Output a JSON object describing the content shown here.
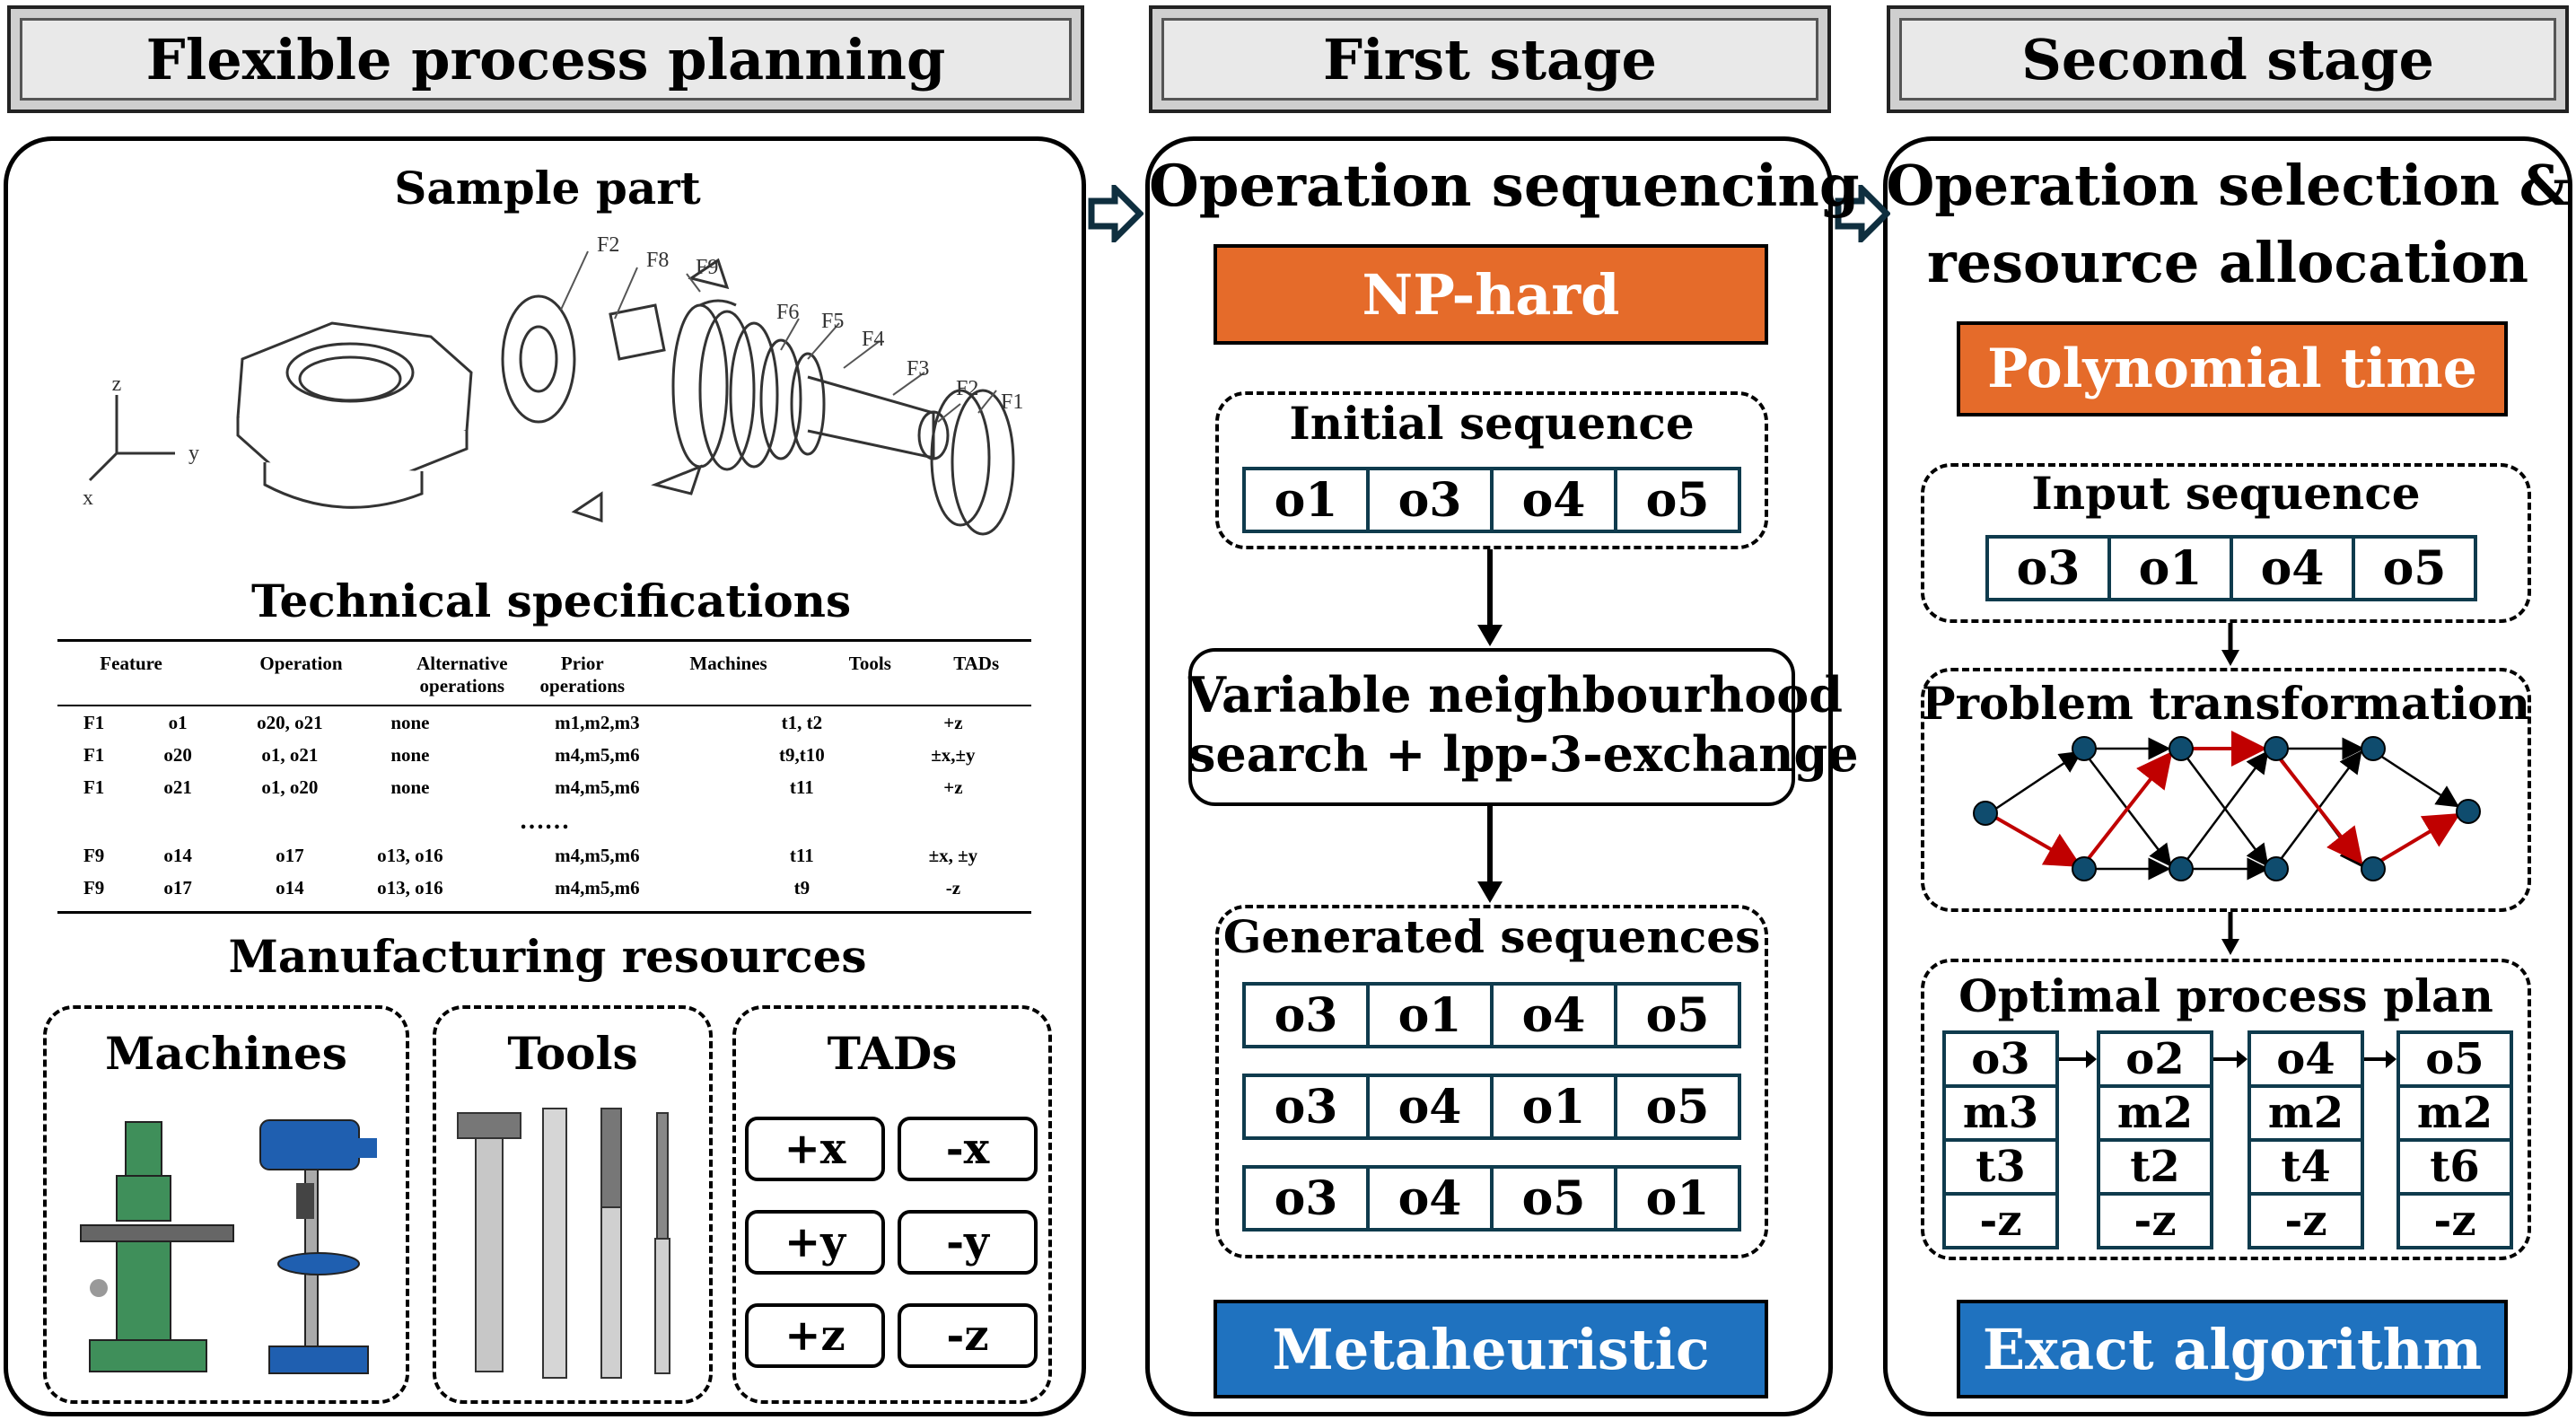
{
  "headers": {
    "col1": "Flexible process planning",
    "col2": "First stage",
    "col3": "Second stage"
  },
  "col1": {
    "sample_part_title": "Sample part",
    "axis_labels": {
      "z": "z",
      "y": "y",
      "x": "x"
    },
    "part_labels": [
      "F2",
      "F8",
      "F9",
      "F6",
      "F5",
      "F4",
      "F3",
      "F2",
      "F1"
    ],
    "tech_title": "Technical specifications",
    "table": {
      "headers": [
        "Feature",
        "Operation",
        "Alternative operations",
        "Prior operations",
        "Machines",
        "Tools",
        "TADs"
      ],
      "rows": [
        [
          "F1",
          "o1",
          "o20, o21",
          "none",
          "m1,m2,m3",
          "t1, t2",
          "+z"
        ],
        [
          "F1",
          "o20",
          "o1, o21",
          "none",
          "m4,m5,m6",
          "t9,t10",
          "±x,±y"
        ],
        [
          "F1",
          "o21",
          "o1, o20",
          "none",
          "m4,m5,m6",
          "t11",
          "+z"
        ],
        [
          "F9",
          "o14",
          "o17",
          "o13, o16",
          "m4,m5,m6",
          "t11",
          "±x, ±y"
        ],
        [
          "F9",
          "o17",
          "o14",
          "o13, o16",
          "m4,m5,m6",
          "t9",
          "-z"
        ]
      ],
      "ellipsis": "……"
    },
    "resources_title": "Manufacturing resources",
    "machines_title": "Machines",
    "tools_title": "Tools",
    "tads_title": "TADs",
    "tads": [
      "+x",
      "-x",
      "+y",
      "-y",
      "+z",
      "-z"
    ]
  },
  "col2": {
    "title": "Operation sequencing",
    "np_hard": "NP-hard",
    "initial_title": "Initial sequence",
    "initial_sequence": [
      "o1",
      "o3",
      "o4",
      "o5"
    ],
    "vns_line1": "Variable neighbourhood",
    "vns_line2": "search + lpp-3-exchange",
    "generated_title": "Generated sequences",
    "generated": [
      [
        "o3",
        "o1",
        "o4",
        "o5"
      ],
      [
        "o3",
        "o4",
        "o1",
        "o5"
      ],
      [
        "o3",
        "o4",
        "o5",
        "o1"
      ]
    ],
    "bottom_label": "Metaheuristic"
  },
  "col3": {
    "title_line1": "Operation selection &",
    "title_line2": "resource allocation",
    "poly": "Polynomial time",
    "input_title": "Input sequence",
    "input_sequence": [
      "o3",
      "o1",
      "o4",
      "o5"
    ],
    "transform_title": "Problem transformation",
    "plan_title": "Optimal process plan",
    "plan": [
      [
        "o3",
        "m3",
        "t3",
        "-z"
      ],
      [
        "o2",
        "m2",
        "t2",
        "-z"
      ],
      [
        "o4",
        "m2",
        "t4",
        "-z"
      ],
      [
        "o5",
        "m2",
        "t6",
        "-z"
      ]
    ],
    "bottom_label": "Exact algorithm"
  },
  "colors": {
    "orange": "#e56b2a",
    "blue": "#1f72bf",
    "dark_teal": "#0f3b4d",
    "red_path": "#c00000",
    "node": "#0f4c6e"
  }
}
